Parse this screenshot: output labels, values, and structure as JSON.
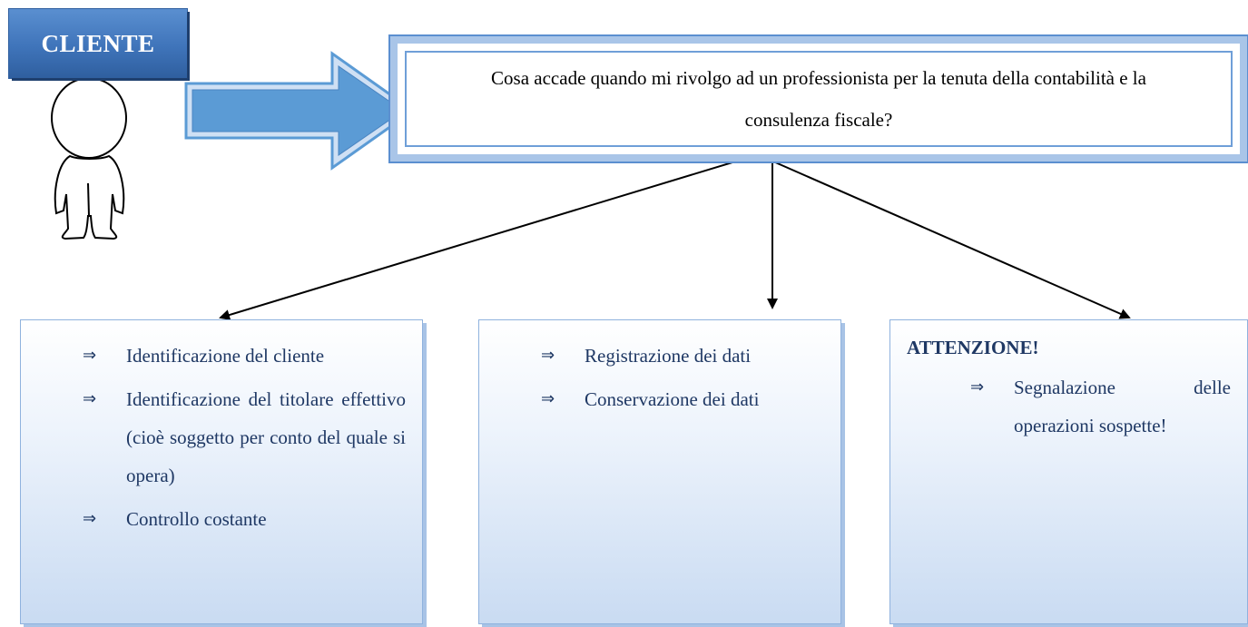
{
  "badge": {
    "label": "CLIENTE"
  },
  "question": {
    "text": "Cosa accade quando mi rivolgo ad un professionista per la tenuta della contabilità e la consulenza fiscale?"
  },
  "panels": [
    {
      "title": "",
      "items": [
        "Identificazione del cliente",
        "Identificazione del titolare effettivo (cioè soggetto per conto del quale si opera)",
        "Controllo costante"
      ]
    },
    {
      "title": "",
      "items": [
        "Registrazione dei dati",
        "Conservazione dei dati"
      ]
    },
    {
      "title": "ATTENZIONE!",
      "items": [
        "Segnalazione delle operazioni sospette!"
      ]
    }
  ],
  "bullet_symbol": "⇒",
  "colors": {
    "badge": "#3f74ba",
    "arrow_fill": "#5b9bd5",
    "frame": "#a9c5e8",
    "panel_text": "#1f3864"
  }
}
